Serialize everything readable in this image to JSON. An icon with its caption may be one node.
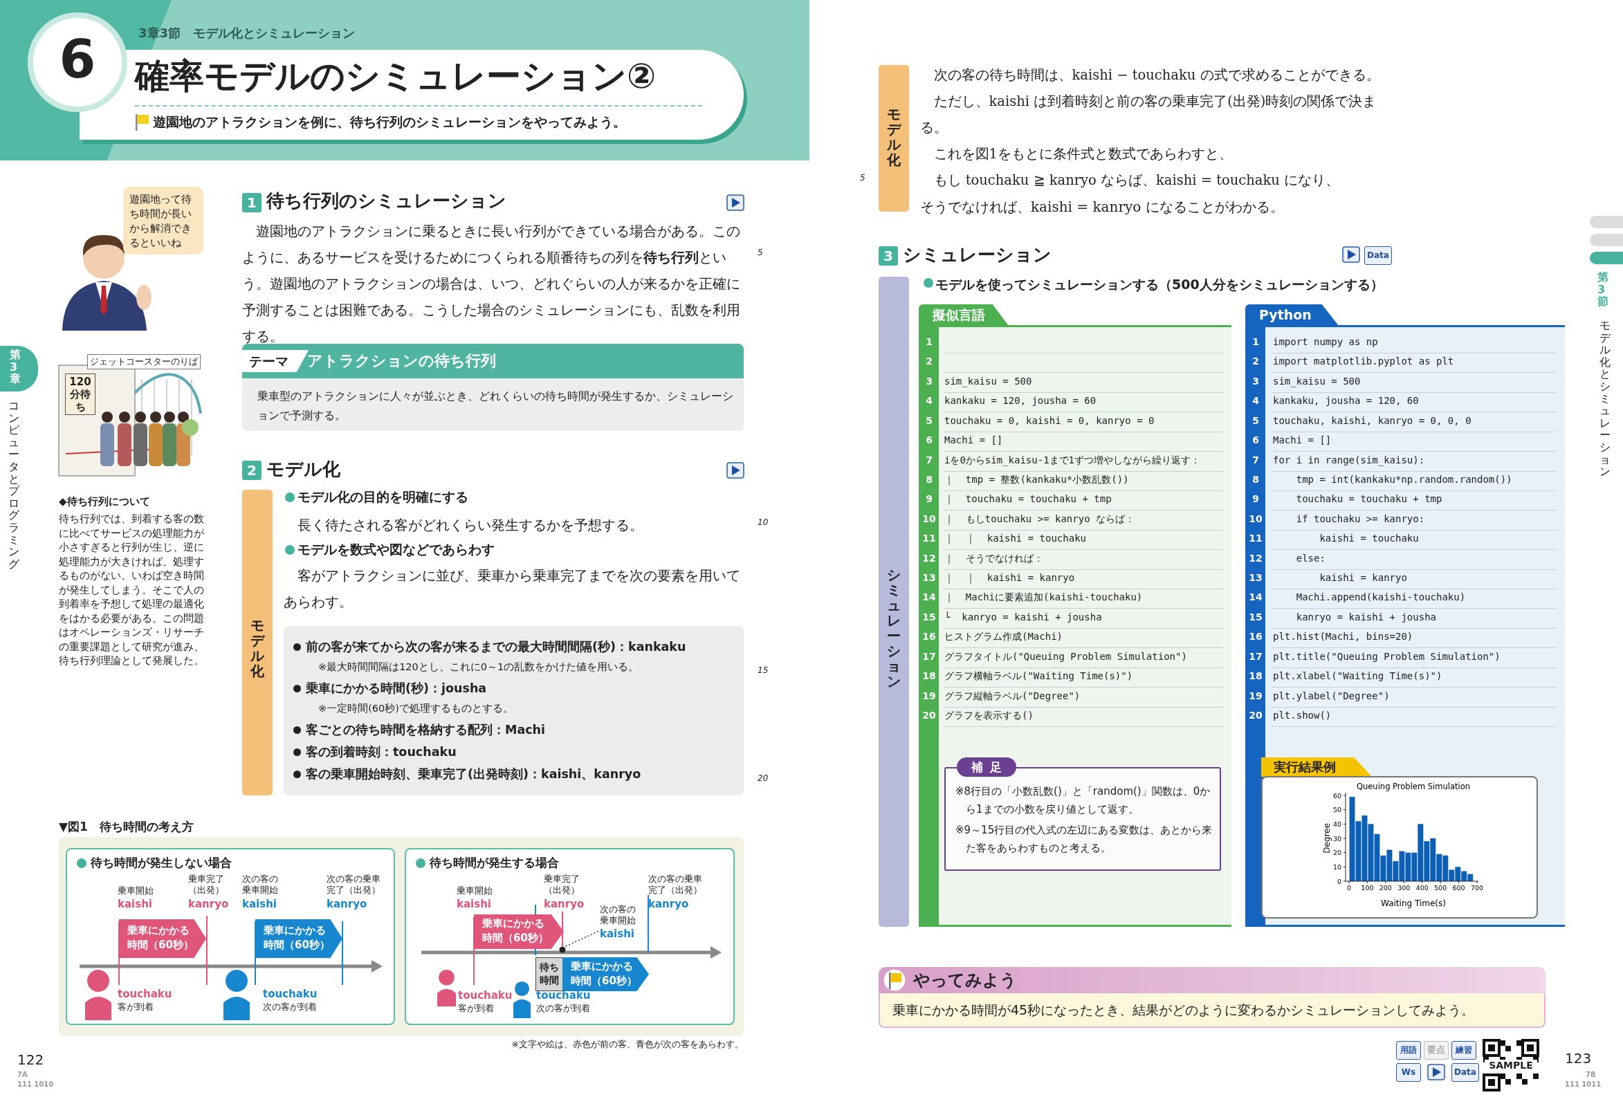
{
  "diagram": {
    "nodes": [
      {
        "text": [
          "6"
        ]
      },
      {
        "text": [
          "確率モデルのシミュレーション②",
          "遊園地のアトラクションを例に、待ち行列のシミュレーションをやってみよう。"
        ]
      },
      {
        "text": [
          "遊園地って待ち時間が長いから解消できるといいね"
        ]
      },
      {
        "text": [
          "1"
        ]
      },
      {
        "text": [
          "テーマ",
          "アトラクションの待ち行列",
          "乗車型のアトラクションに人々が並ぶとき、どれくらいの待ち時間が発生するか、シミュレーションで予測する。"
        ]
      },
      {
        "text": [
          "2"
        ]
      },
      {
        "text": [
          "モデル化"
        ]
      },
      {
        "text": [
          "前の客が来てから次の客が来るまでの最大時間間隔(秒)：kankaku",
          "※最大時間間隔は120とし、これに0～1の乱数をかけた値を用いる。",
          "乗車にかかる時間(秒)：jousha",
          "※一定時間(60秒)で処理するものとする。",
          "客ごとの待ち時間を格納する配列：Machi",
          "客の到着時刻：touchaku",
          "客の乗車開始時刻、乗車完了(出発時刻)：kaishi、kanryo"
        ]
      },
      {
        "text": [
          "待ち時間が発生しない場合"
        ]
      },
      {
        "text": [
          "乗車にかかる時間（60秒）"
        ],
        "in": 8
      },
      {
        "text": [
          "乗車にかかる時間（60秒）"
        ],
        "in": 8
      },
      {
        "text": [
          "待ち時間が発生する場合"
        ]
      },
      {
        "text": [
          "乗車にかかる時間（60秒）"
        ],
        "in": 11
      },
      {
        "text": [
          "待ち時間"
        ],
        "in": 11
      },
      {
        "text": [
          "乗車にかかる時間（60秒）"
        ],
        "in": 11
      },
      {
        "text": [
          "次の客の乗車開始",
          "kaishi"
        ],
        "in": 11
      },
      {
        "text": [],
        "shape": "circle",
        "in": 11
      },
      {
        "text": [
          "モデル化"
        ]
      },
      {
        "text": [
          "3"
        ]
      },
      {
        "text": [
          "シミュレーション"
        ]
      },
      {
        "text": [
          "擬似言語"
        ]
      },
      {
        "text": [
          "Python"
        ]
      },
      {
        "text": [
          "補足",
          "※8行目の「小数乱数()」と「random()」関数は、0から1までの小数を戻り値として返す。",
          "※9～15行目の代入式の左辺にある変数は、あとから来た客をあらわすものと考える。"
        ],
        "in": 20
      },
      {
        "text": [
          "実行結果例"
        ],
        "in": 21
      },
      {
        "text": [
          "やってみよう",
          "乗車にかかる時間が45秒になったとき、結果がどのように変わるかシミュレーションしてみよう。"
        ]
      },
      {
        "text": [
          "第3章"
        ]
      }
    ],
    "edges": [
      {
        "from": 15,
        "to": 16,
        "arrow": "none",
        "style": "dashed"
      }
    ],
    "labels": [
      "3章3節　モデル化とシミュレーション",
      "コンピュータとプログラミング",
      "待ち行列のシミュレーション",
      "遊園地のアトラクションに乗るときに長い行列ができている場合がある。このように、あるサービスを受けるためにつくられる順番待ちの列を**待ち行列**という。遊園地のアトラクションの場合は、いつ、どれぐらいの人が来るかを正確に予測することは困難である。こうした場合のシミュレーションにも、乱数を利用する。",
      "5",
      "120分待ち",
      "ジェットコースターのりば",
      "◆待ち行列について",
      "待ち行列では、到着する客の数に比べてサービスの処理能力が小さすぎると行列が生じ、逆に処理能力が大きければ、処理するものがない、いわば空き時間が発生してしまう。そこで人の到着率を予想して処理の最適化をはかる必要がある。この問題はオペレーションズ・リサーチの重要課題として研究が進み、待ち行列理論として発展した。",
      "モデル化",
      "モデル化の目的を明確にする",
      "長く待たされる客がどれくらい発生するかを予想する。",
      "10",
      "モデルを数式や図などであらわす",
      "客がアトラクションに並び、乗車から乗車完了までを次の要素を用いてあらわす。",
      "15",
      "20",
      "▼図1　待ち時間の考え方",
      "乗車開始",
      "kaishi",
      "乗車完了（出発）",
      "kanryo",
      "次の客の乗車開始",
      "kaishi",
      "次の客の乗車完了（出発）",
      "kanryo",
      "touchaku",
      "客が到着",
      "touchaku",
      "次の客が到着",
      "乗車開始",
      "kaishi",
      "乗車完了（出発）",
      "kanryo",
      "次の客の乗車完了（出発）",
      "kanryo",
      "touchaku",
      "客が到着",
      "touchaku",
      "次の客が到着",
      "※文字や絵は、赤色が前の客、青色が次の客をあらわす。",
      "122",
      "7A",
      "111 1010",
      "次の客の待ち時間は、kaishi − touchaku の式で求めることができる。",
      "ただし、kaishi は到着時刻と前の客の乗車完了(出発)時刻の関係で決まる。",
      "これを図1をもとに条件式と数式であらわすと、",
      "もし touchaku ≧ kanryo ならば、kaishi = touchaku になり、",
      "そうでなければ、kaishi = kanryo になることがわかる。",
      "5",
      "第3節",
      "モデル化とシミュレーション",
      "シミュレーション",
      "Data",
      "モデルを使ってシミュレーションする（500人分をシミュレーションする）",
      "1",
      "2",
      "3",
      "sim_kaisu = 500",
      "4",
      "kankaku = 120, jousha = 60",
      "5",
      "touchaku = 0, kaishi = 0, kanryo = 0",
      "6",
      "Machi = []",
      "7",
      "iを0からsim_kaisu-1まで1ずつ増やしながら繰り返す：",
      "8",
      "｜  tmp = 整数(kankaku*小数乱数())",
      "9",
      "｜  touchaku = touchaku + tmp",
      "10",
      "｜  もしtouchaku >= kanryo ならば：",
      "11",
      "｜  ｜  kaishi = touchaku",
      "12",
      "｜  そうでなければ：",
      "13",
      "｜  ｜  kaishi = kanryo",
      "14",
      "｜  Machiに要素追加(kaishi-touchaku)",
      "15",
      "└  kanryo = kaishi + jousha",
      "16",
      "ヒストグラム作成(Machi)",
      "17",
      "グラフタイトル(\"Queuing Problem Simulation\")",
      "18",
      "グラフ横軸ラベル(\"Waiting Time(s)\")",
      "19",
      "グラフ縦軸ラベル(\"Degree\")",
      "20",
      "グラフを表示する()",
      "1",
      "import numpy as np",
      "2",
      "import matplotlib.pyplot as plt",
      "3",
      "sim_kaisu = 500",
      "4",
      "kankaku, jousha = 120, 60",
      "5",
      "touchaku, kaishi, kanryo = 0, 0, 0",
      "6",
      "Machi = []",
      "7",
      "for i in range(sim_kaisu):",
      "8",
      "    tmp = int(kankaku*np.random.random())",
      "9",
      "    touchaku = touchaku + tmp",
      "10",
      "    if touchaku >= kanryo:",
      "11",
      "        kaishi = touchaku",
      "12",
      "    else:",
      "13",
      "        kaishi = kanryo",
      "14",
      "    Machi.append(kaishi-touchaku)",
      "15",
      "    kanryo = kaishi + jousha",
      "16",
      "plt.hist(Machi, bins=20)",
      "17",
      "plt.title(\"Queuing Problem Simulation\")",
      "18",
      "plt.xlabel(\"Waiting Time(s)\")",
      "19",
      "plt.ylabel(\"Degree\")",
      "20",
      "plt.show()",
      "用語",
      "要点",
      "練習",
      "Ws",
      "Data",
      "SAMPLE",
      "123",
      "7B",
      "111 1011"
    ],
    "chart_data": {
      "type": "bar",
      "title": "Queuing Problem Simulation",
      "xlabel": "Waiting Time(s)",
      "ylabel": "Degree",
      "x": [
        17,
        51,
        85,
        119,
        153,
        187,
        221,
        255,
        289,
        323,
        357,
        391,
        425,
        459,
        493,
        527,
        561,
        595,
        629,
        663
      ],
      "values": [
        59,
        42,
        46,
        40,
        33,
        18,
        22,
        14,
        21,
        20,
        20,
        40,
        28,
        30,
        19,
        18,
        8,
        10,
        7,
        5
      ],
      "xlim": [
        0,
        700
      ],
      "ylim": [
        0,
        60
      ],
      "xticks": [
        0,
        100,
        200,
        300,
        400,
        500,
        600,
        700
      ],
      "yticks": [
        0,
        10,
        20,
        30,
        40,
        50,
        60
      ]
    }
  }
}
